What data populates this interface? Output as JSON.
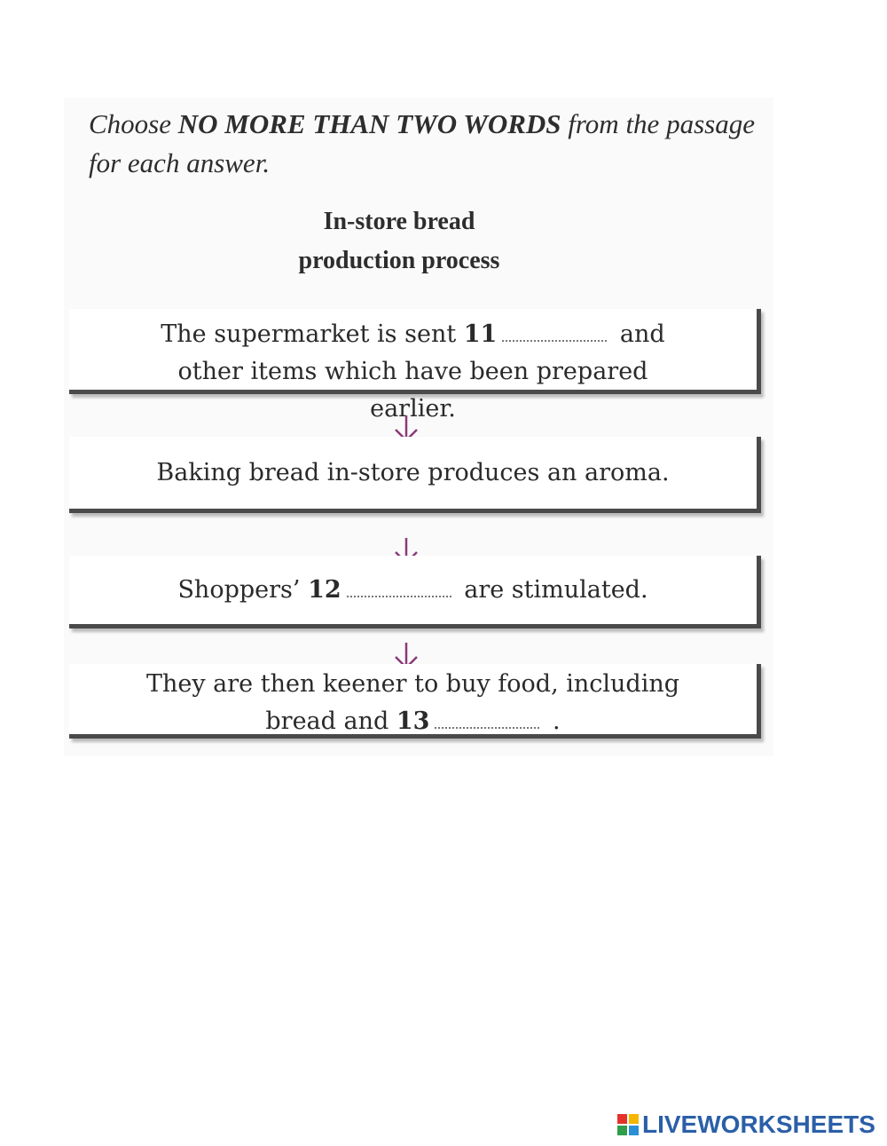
{
  "instruction": {
    "prefix": "Choose ",
    "emphasis": "NO MORE THAN TWO WORDS",
    "suffix": " from the passage for each answer."
  },
  "title": {
    "line1": "In-store bread",
    "line2": "production process"
  },
  "steps": [
    {
      "before": "The supermarket is sent ",
      "number": "11",
      "after": " and other items which have been prepared earlier."
    },
    {
      "text": "Baking bread in-store produces an aroma."
    },
    {
      "before": "Shoppers’ ",
      "number": "12",
      "after": " are stimulated."
    },
    {
      "before": "They are then keener to buy food, including bread and ",
      "number": "13",
      "after": " ."
    }
  ],
  "branding": {
    "logo_text": "LIVEWORKSHEETS"
  },
  "colors": {
    "arrow": "#8b3a7a",
    "box_shadow": "#4a4a4a",
    "logo_text": "#2b5fa8",
    "logo_squares": [
      "#e4322b",
      "#f6b600",
      "#2e9e4a",
      "#2b8fd6"
    ]
  }
}
